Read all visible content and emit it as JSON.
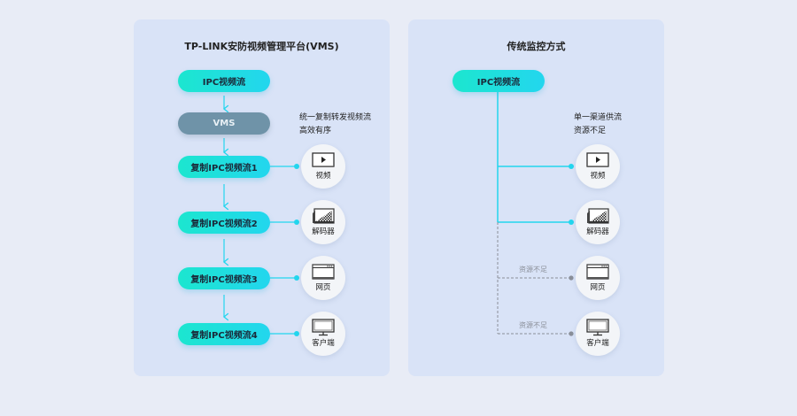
{
  "colors": {
    "accent": "#23d6ee",
    "gradient_start": "#1ce6cf",
    "vms": "#6f93a8",
    "dashed": "#8a8f99",
    "panel": "#d9e3f7",
    "background": "#e8ecf6"
  },
  "left": {
    "title": "TP-LINK安防视频管理平台(VMS)",
    "source": "IPC视频流",
    "vms": "VMS",
    "description": [
      "统一复制转发视频流",
      "高效有序"
    ],
    "streams": [
      "复制IPC视频流1",
      "复制IPC视频流2",
      "复制IPC视频流3",
      "复制IPC视频流4"
    ],
    "targets": [
      {
        "label": "视频",
        "icon": "video-play-icon"
      },
      {
        "label": "解码器",
        "icon": "decoder-icon"
      },
      {
        "label": "网页",
        "icon": "web-page-icon"
      },
      {
        "label": "客户端",
        "icon": "monitor-icon"
      }
    ]
  },
  "right": {
    "title": "传统监控方式",
    "source": "IPC视频流",
    "description": [
      "单一渠道供流",
      "资源不足"
    ],
    "targets": [
      {
        "label": "视频",
        "icon": "video-play-icon",
        "status": "connected"
      },
      {
        "label": "解码器",
        "icon": "decoder-icon",
        "status": "connected"
      },
      {
        "label": "网页",
        "icon": "web-page-icon",
        "status": "insufficient",
        "note": "资源不足"
      },
      {
        "label": "客户端",
        "icon": "monitor-icon",
        "status": "insufficient",
        "note": "资源不足"
      }
    ]
  }
}
